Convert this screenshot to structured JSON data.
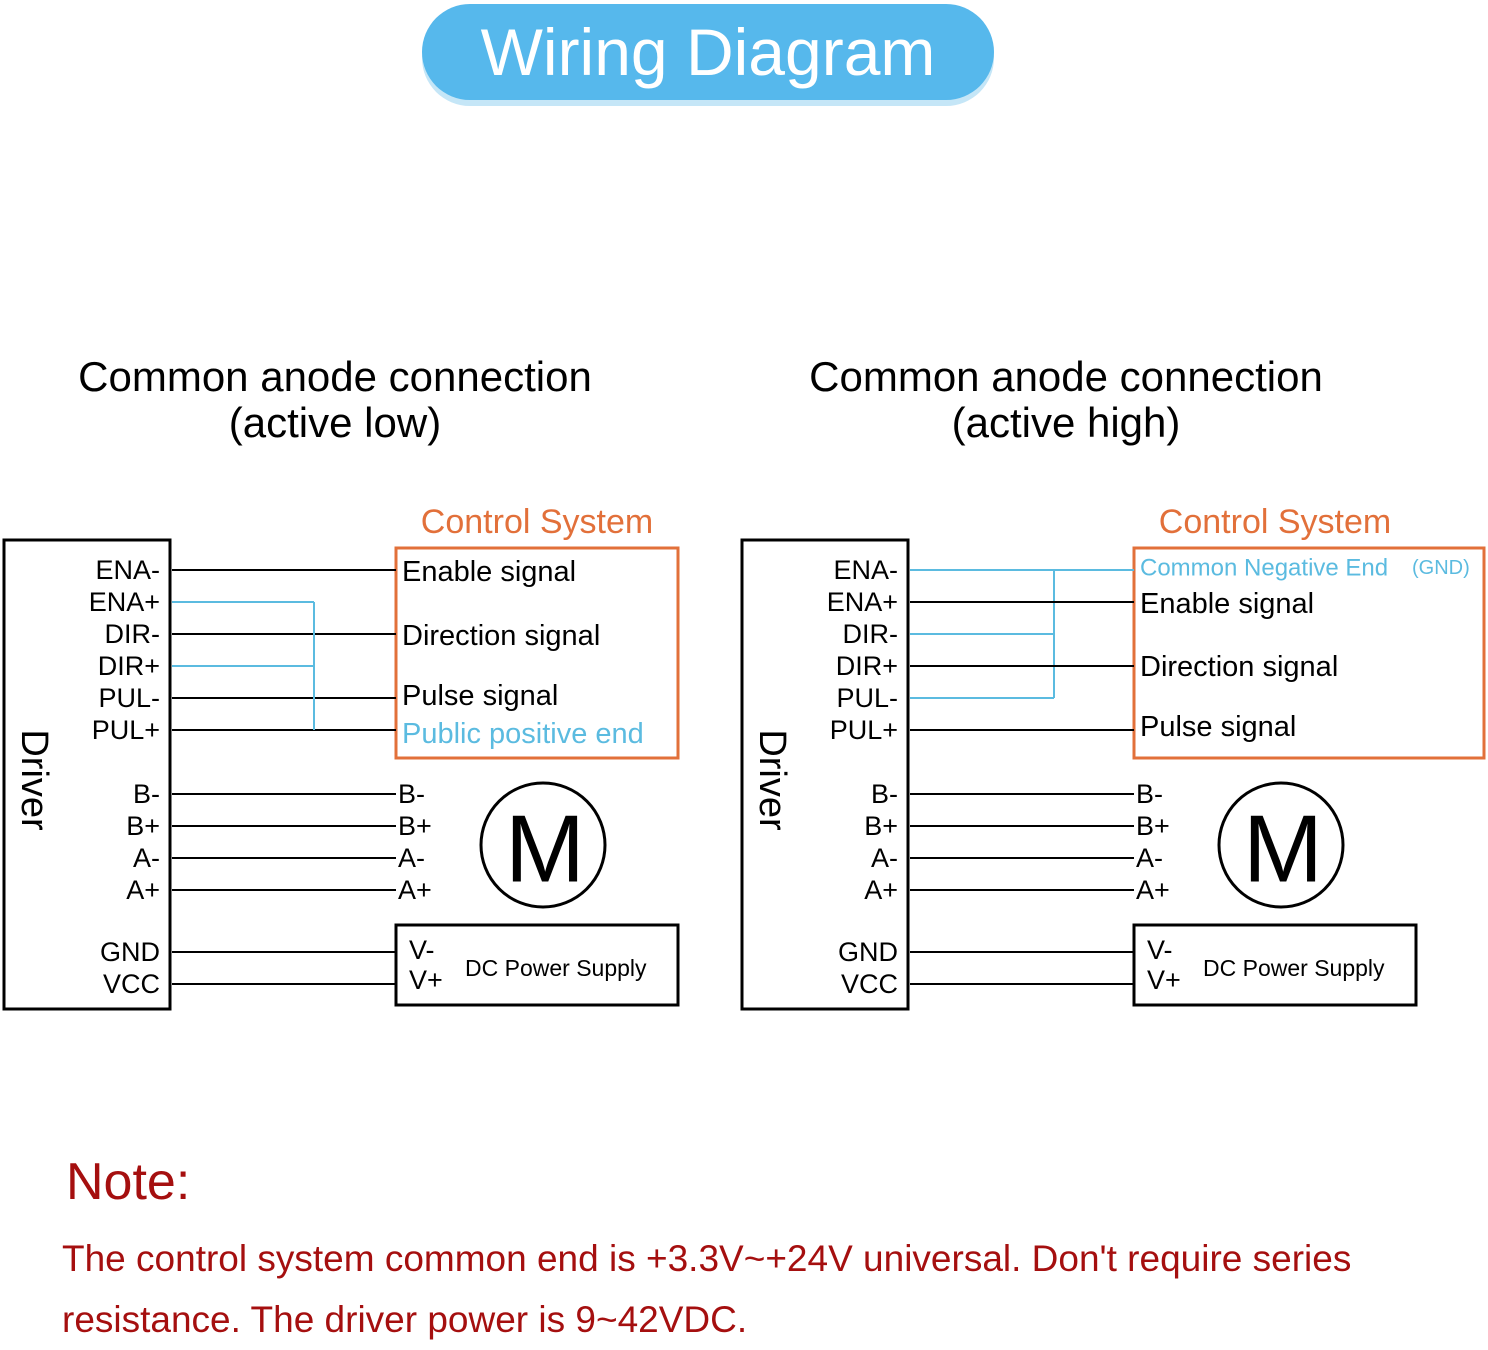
{
  "title": "Wiring Diagram",
  "colors": {
    "accent": "#56b8ec",
    "box": "#e2703a",
    "note": "#a50f0f",
    "blue_wire": "#5bbbe0"
  },
  "panels": [
    {
      "subtitle_line1": "Common anode connection",
      "subtitle_line2": "(active low)",
      "control_label": "Control System",
      "driver_label": "Driver",
      "driver_pins": [
        "ENA-",
        "ENA+",
        "DIR-",
        "DIR+",
        "PUL-",
        "PUL+",
        "B-",
        "B+",
        "A-",
        "A+",
        "GND",
        "VCC"
      ],
      "control_signals": [
        "Enable signal",
        "Direction signal",
        "Pulse signal"
      ],
      "common_label": "Public positive end",
      "common_suffix": "",
      "motor_pins": [
        "B-",
        "B+",
        "A-",
        "A+"
      ],
      "motor_label": "M",
      "power_pins": [
        "V-",
        "V+"
      ],
      "power_label": "DC Power Supply"
    },
    {
      "subtitle_line1": "Common anode connection",
      "subtitle_line2": "(active high)",
      "control_label": "Control System",
      "driver_label": "Driver",
      "driver_pins": [
        "ENA-",
        "ENA+",
        "DIR-",
        "DIR+",
        "PUL-",
        "PUL+",
        "B-",
        "B+",
        "A-",
        "A+",
        "GND",
        "VCC"
      ],
      "control_signals": [
        "Enable signal",
        "Direction signal",
        "Pulse signal"
      ],
      "common_label": "Common Negative End",
      "common_suffix": "(GND)",
      "motor_pins": [
        "B-",
        "B+",
        "A-",
        "A+"
      ],
      "motor_label": "M",
      "power_pins": [
        "V-",
        "V+"
      ],
      "power_label": "DC Power Supply"
    }
  ],
  "note": {
    "title": "Note:",
    "body": "The control system common end is +3.3V~+24V universal. Don't require series resistance. The driver power is 9~42VDC."
  }
}
